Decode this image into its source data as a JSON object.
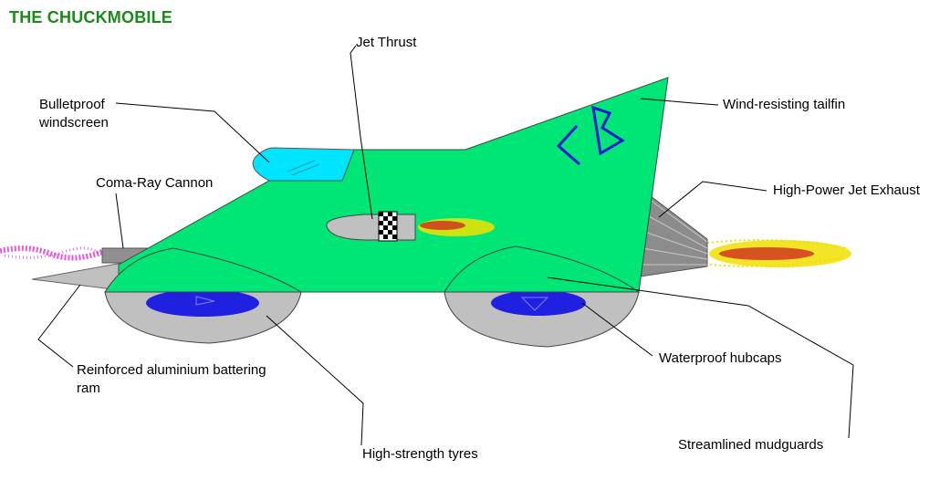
{
  "title": "THE CHUCKMOBILE",
  "monogram": "CB",
  "labels": {
    "jet_thrust": "Jet Thrust",
    "bulletproof_windscreen_1": "Bulletproof",
    "bulletproof_windscreen_2": "windscreen",
    "coma_ray_cannon": "Coma-Ray Cannon",
    "wind_resisting_tailfin": "Wind-resisting tailfin",
    "high_power_jet_exhaust": "High-Power Jet Exhaust",
    "reinforced_ram_1": "Reinforced aluminium battering",
    "reinforced_ram_2": "ram",
    "waterproof_hubcaps": "Waterproof hubcaps",
    "high_strength_tyres": "High-strength tyres",
    "streamlined_mudguards": "Streamlined mudguards"
  },
  "colors": {
    "title": "#1a8a1a",
    "body": "#00e676",
    "windscreen": "#00e5ff",
    "grey": "#c0c0c0",
    "hubcap": "#2020e0",
    "monogram": "#1a1ad0",
    "flame_red": "#cc2020",
    "flame_yellow": "#f0e000",
    "magenta_trail": "#e030d0"
  }
}
